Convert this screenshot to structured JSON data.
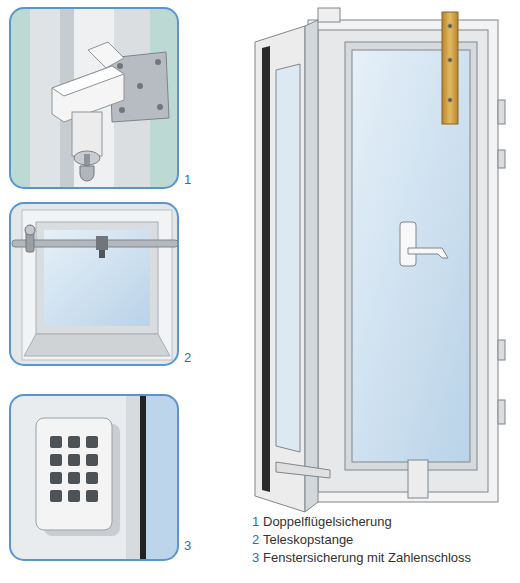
{
  "diagram": {
    "labels": [
      "1",
      "2",
      "3",
      "1",
      "Doppelflügelsicherung",
      "2",
      "Teleskopstange",
      "3",
      "Fenstersicherung mit Zahlenschloss"
    ]
  }
}
